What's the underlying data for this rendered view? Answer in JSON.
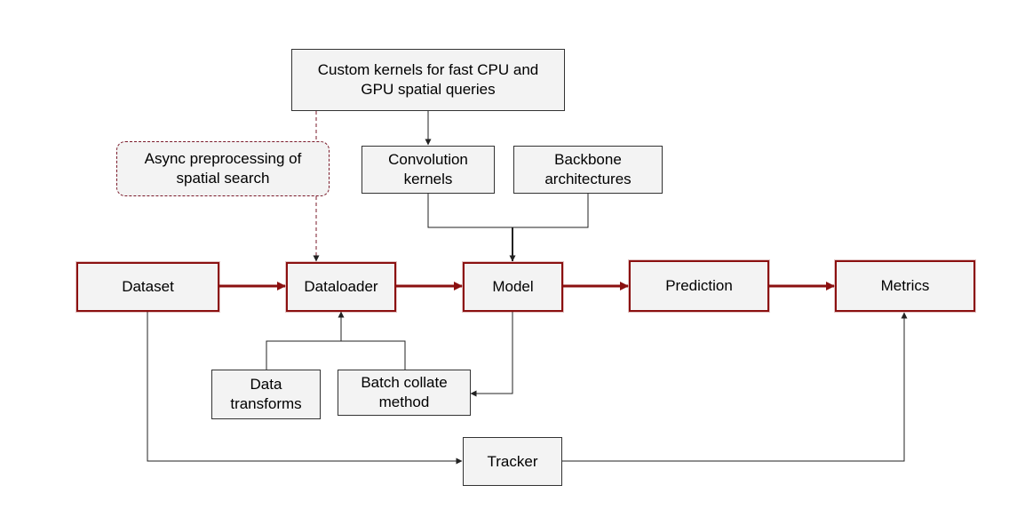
{
  "colors": {
    "main_border": "#8b1010",
    "box_fill": "#f3f3f3",
    "thin_line": "#222222",
    "dashed_line": "#7a1a2a"
  },
  "nodes": {
    "custom_kernels": "Custom kernels for fast CPU and\nGPU spatial queries",
    "async_preprocessing": "Async preprocessing of\nspatial search",
    "convolution_kernels": "Convolution\nkernels",
    "backbone_architectures": "Backbone\narchitectures",
    "dataset": "Dataset",
    "dataloader": "Dataloader",
    "model": "Model",
    "prediction": "Prediction",
    "metrics": "Metrics",
    "data_transforms": "Data\ntransforms",
    "batch_collate": "Batch collate\nmethod",
    "tracker": "Tracker"
  }
}
